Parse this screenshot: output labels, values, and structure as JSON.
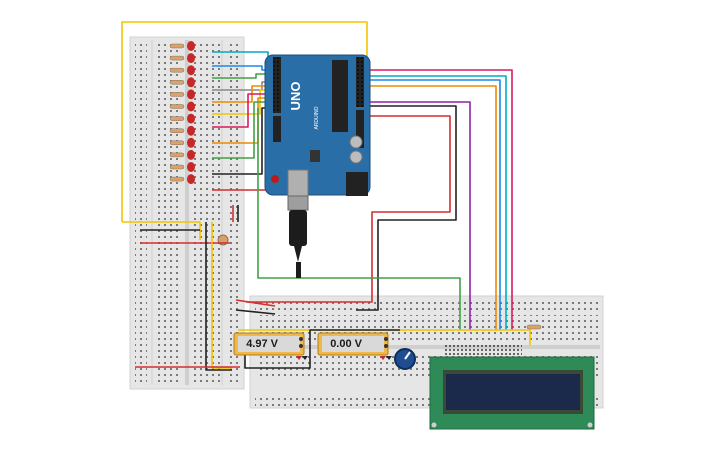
{
  "meters": [
    {
      "reading": "4.97 V"
    },
    {
      "reading": "0.00 V"
    }
  ],
  "arduino": {
    "model_mark": "UNO",
    "brand_mark": "ARDUINO"
  },
  "components": {
    "leds": 12,
    "led_color": "#c62828",
    "lcd_color": "#1b2a4a",
    "lcd_board_color": "#2e8b57",
    "arduino_color": "#2a6ea8"
  },
  "wire_colors": {
    "red": "#d32f2f",
    "black": "#222222",
    "yellow": "#f2c500",
    "green": "#43a047",
    "blue": "#1e88e5",
    "orange": "#ef8a00",
    "purple": "#8e24aa",
    "magenta": "#d81b60",
    "cyan": "#00acc1",
    "gray": "#888888",
    "brown": "#8d6e63"
  }
}
